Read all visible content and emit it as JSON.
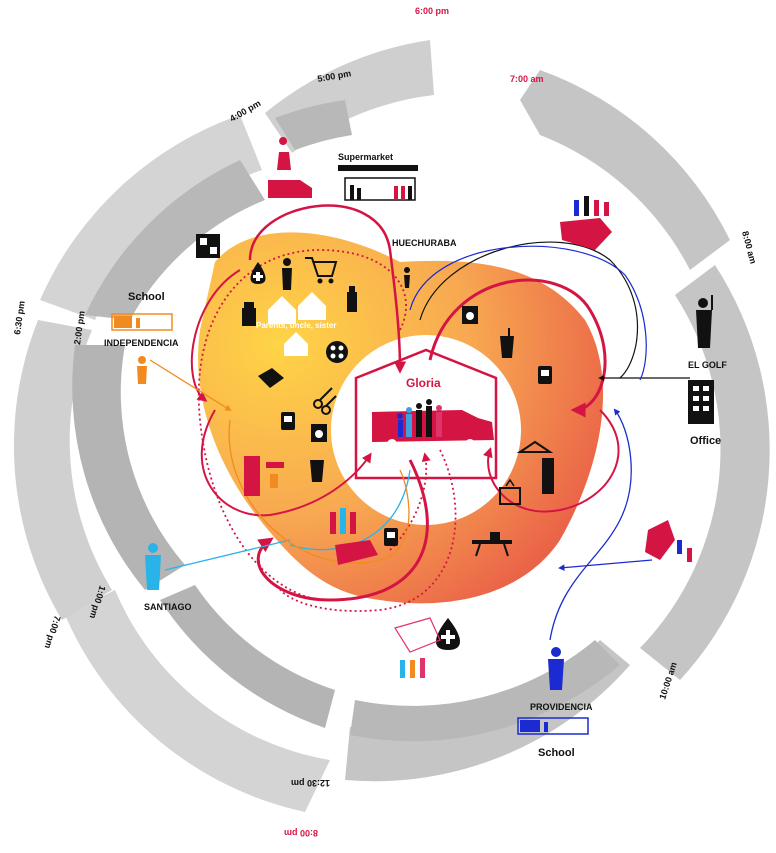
{
  "center": {
    "name": "Gloria"
  },
  "times": {
    "t1": "6:00 pm",
    "t2": "7:00 am",
    "t3": "8:00 am",
    "t4": "10:00 am",
    "t5": "12:30 pm",
    "t6": "1:00 pm",
    "t7": "2:00 pm",
    "t8": "4:00 pm",
    "t9": "5:00 pm",
    "t10": "6:30 pm",
    "t11": "7:00 pm",
    "t12": "8:00 pm"
  },
  "places": {
    "supermarket": "Supermarket",
    "huechuraba": "HUECHURABA",
    "parents": "Parents, uncle, sister",
    "school_left": "School",
    "independencia": "INDEPENDENCIA",
    "el_golf": "EL GOLF",
    "office": "Office",
    "santiago": "SANTIAGO",
    "providencia": "PROVIDENCIA",
    "school_bottom": "School"
  },
  "colors": {
    "accent_red": "#d41544",
    "ring_gray": "#c9c9c9",
    "inner_gray": "#b4b4b4",
    "blue": "#1b2bd1",
    "orange": "#f28b1f",
    "light_blue": "#2ab3e8"
  }
}
